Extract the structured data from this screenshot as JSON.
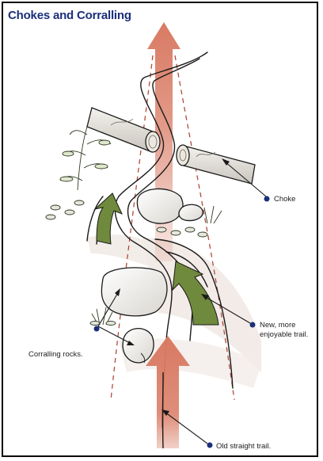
{
  "title": "Chokes and Corralling",
  "colors": {
    "title": "#1b2f7a",
    "new_trail_arrow": "#6f8a3c",
    "old_trail_arrow": "#d97a63",
    "leader_dot": "#1b2f7a",
    "outline": "#1a1a1a"
  },
  "labels": {
    "choke": "Choke",
    "new_trail_line1": "New, more",
    "new_trail_line2": "enjoyable trail.",
    "corralling_rocks": "Corralling rocks.",
    "old_trail": "Old straight trail."
  }
}
